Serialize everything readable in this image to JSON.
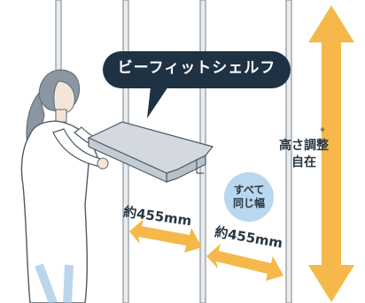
{
  "product_label": "ビーフィットシェルフ",
  "height_note_mark": "※",
  "height_text_line1": "高さ調整",
  "height_text_line2": "自在",
  "badge_line1": "すべて",
  "badge_line2": "同じ幅",
  "width_label_1": "約455mm",
  "width_label_2": "約455mm",
  "colors": {
    "arrow_orange": "#f6b84a",
    "bubble_navy": "#1f3244",
    "badge_blue": "#b9d7ef",
    "pillar_gray": "#9aa4ad"
  }
}
